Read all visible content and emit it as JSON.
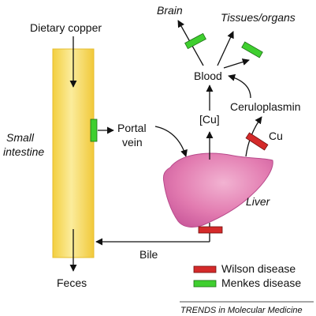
{
  "labels": {
    "dietary_copper": "Dietary copper",
    "small": "Small",
    "intestine": "intestine",
    "portal": "Portal",
    "vein": "vein",
    "brain": "Brain",
    "tissues_organs": "Tissues/organs",
    "blood": "Blood",
    "cu_bracket": "[Cu]",
    "ceruloplasmin": "Ceruloplasmin",
    "cu": "Cu",
    "liver": "Liver",
    "bile": "Bile",
    "feces": "Feces"
  },
  "legend": [
    {
      "label": "Wilson disease",
      "color": "#d42a2a"
    },
    {
      "label": "Menkes disease",
      "color": "#3fcf2f"
    }
  ],
  "credit": "TRENDS in Molecular Medicine",
  "colors": {
    "intestine_fill": "#f7d95a",
    "intestine_highlight": "#fbec9c",
    "liver_fill": "#e27bb0",
    "wilson": "#d42a2a",
    "menkes": "#3fcf2f"
  }
}
